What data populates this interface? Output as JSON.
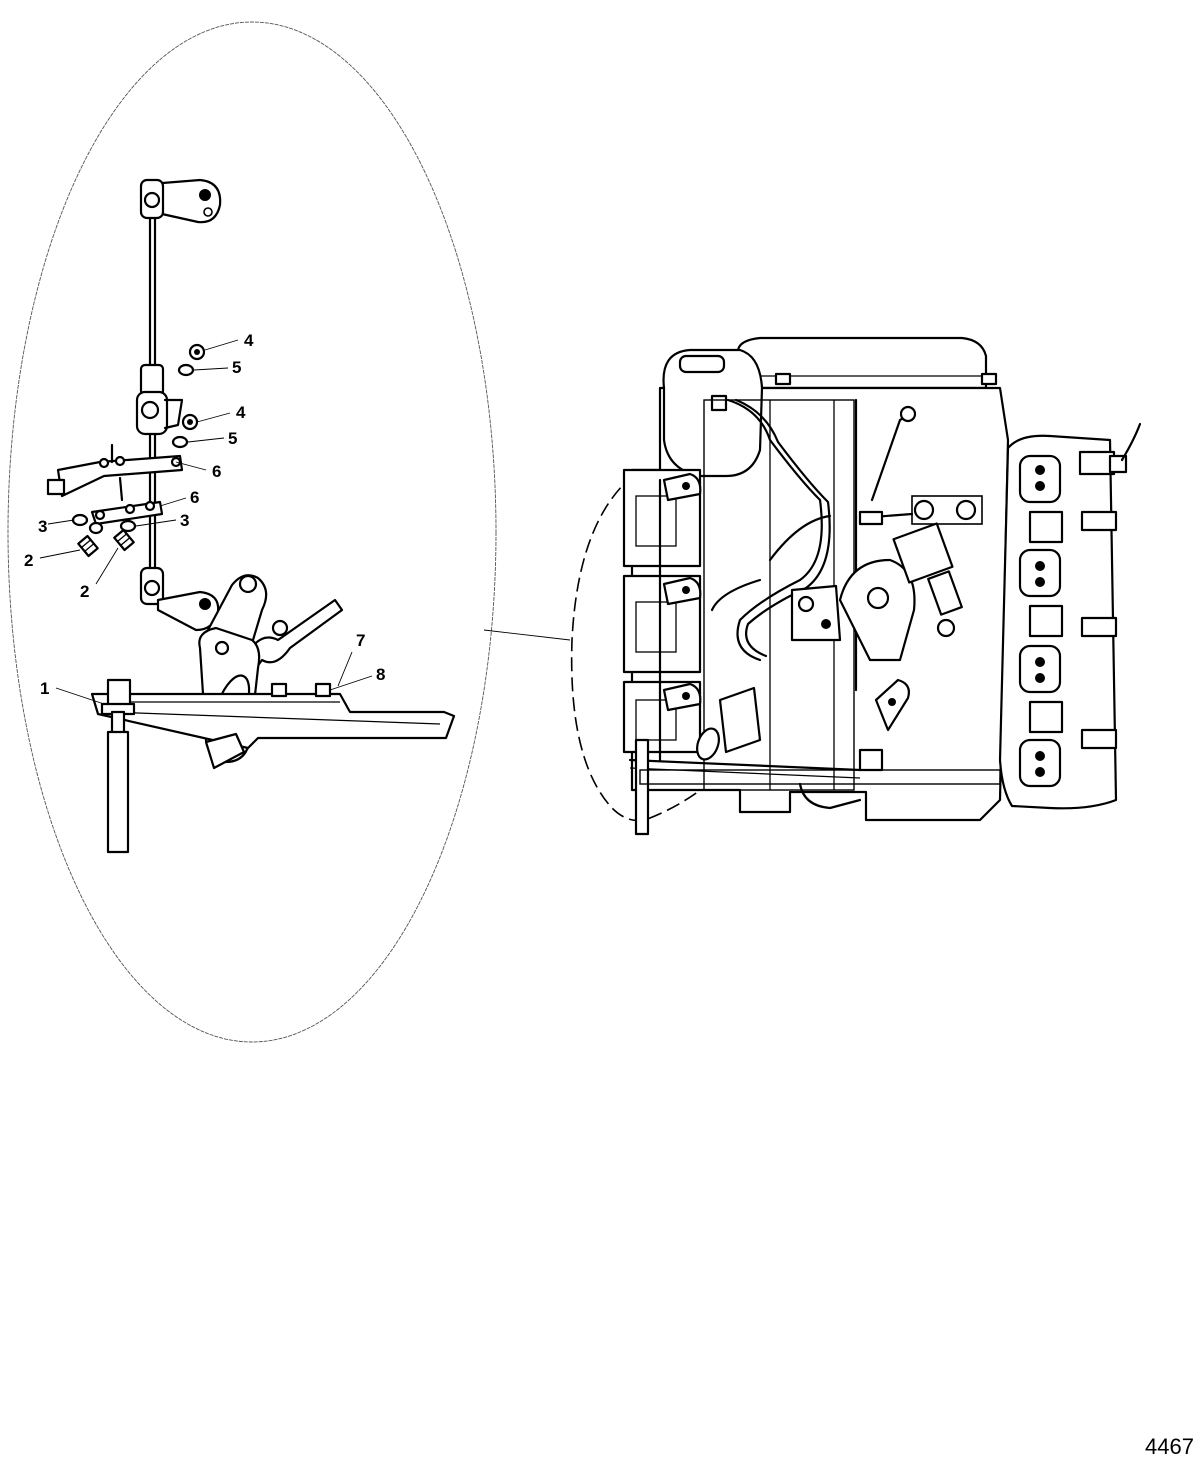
{
  "figure_number": "4467",
  "callouts": [
    {
      "id": "c4a",
      "label": "4"
    },
    {
      "id": "c5a",
      "label": "5"
    },
    {
      "id": "c4b",
      "label": "4"
    },
    {
      "id": "c5b",
      "label": "5"
    },
    {
      "id": "c6a",
      "label": "6"
    },
    {
      "id": "c6b",
      "label": "6"
    },
    {
      "id": "c3a",
      "label": "3"
    },
    {
      "id": "c3b",
      "label": "3"
    },
    {
      "id": "c2a",
      "label": "2"
    },
    {
      "id": "c2b",
      "label": "2"
    },
    {
      "id": "c7",
      "label": "7"
    },
    {
      "id": "c8",
      "label": "8"
    },
    {
      "id": "c1",
      "label": "1"
    }
  ]
}
